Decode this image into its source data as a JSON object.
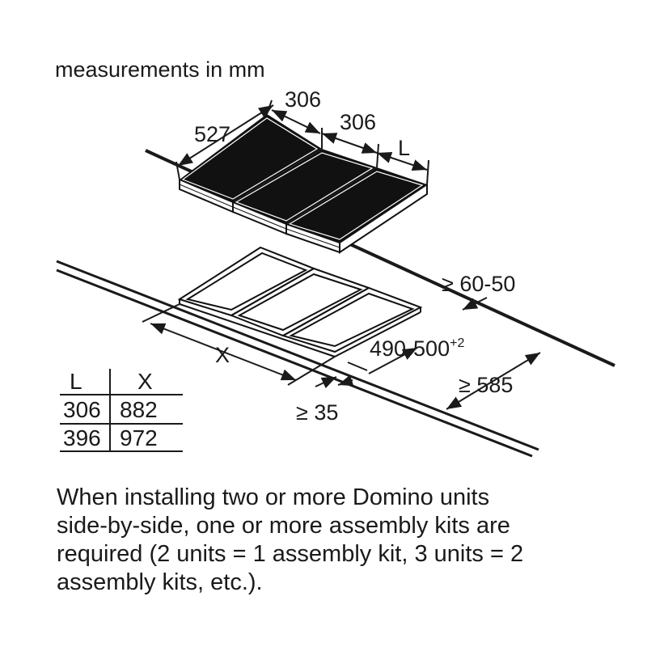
{
  "header": {
    "units_note": "measurements in mm"
  },
  "dimensions": {
    "depth": "527",
    "width_unit_1": "306",
    "width_unit_2": "306",
    "width_unit_l": "L",
    "front_clearance": "≥ 60-50",
    "cutout_width": "X",
    "cutout_depth": "490-500",
    "cutout_depth_tolerance": "+2",
    "worktop_depth": "≥ 585",
    "wall_clearance": "≥ 35"
  },
  "table": {
    "headers": [
      "L",
      "X"
    ],
    "rows": [
      [
        "306",
        "882"
      ],
      [
        "396",
        "972"
      ]
    ]
  },
  "note": {
    "lines": [
      "When installing two or more Domino units",
      "side-by-side, one or more assembly kits are",
      "required (2 units = 1 assembly kit, 3 units = 2",
      "assembly kits, etc.)."
    ]
  }
}
